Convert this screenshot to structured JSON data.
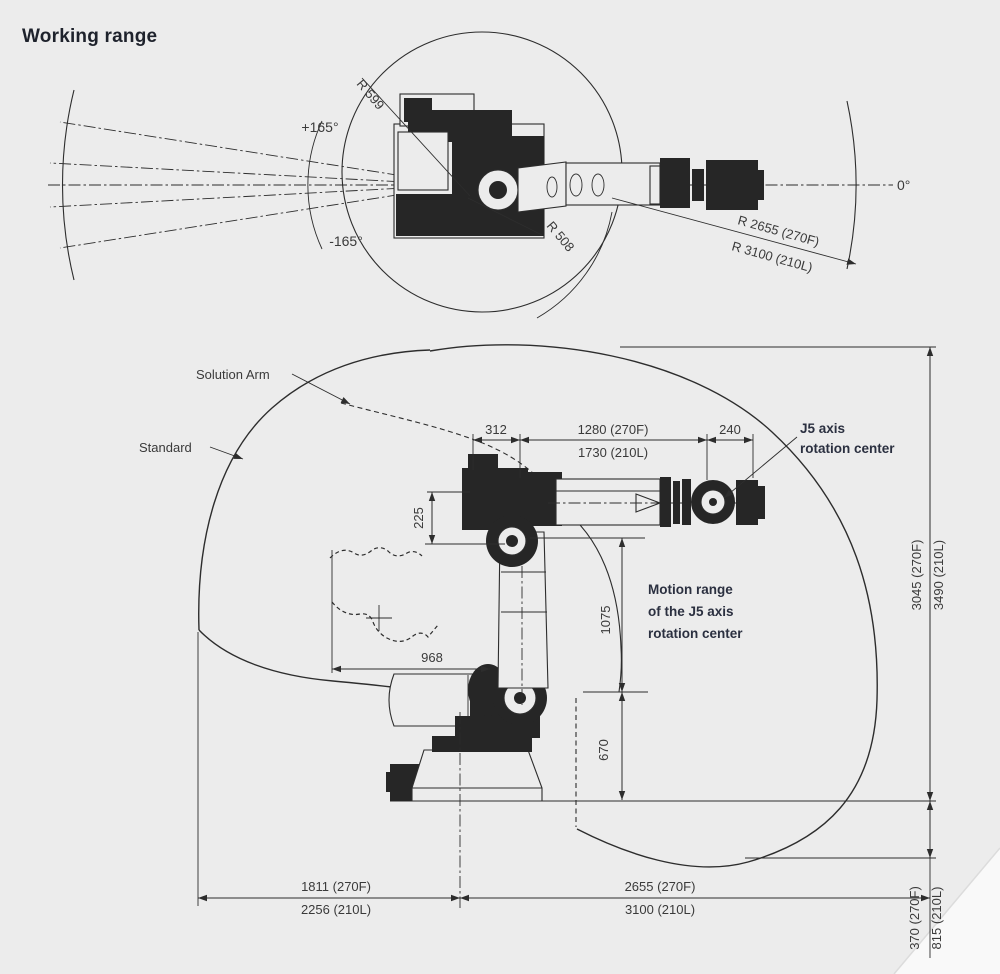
{
  "title": "Working range",
  "colors": {
    "background": "#ececec",
    "line": "#2d2d2d",
    "text": "#3a3a3a",
    "emphasis_text": "#2b3040",
    "title_text": "#1e222c"
  },
  "top_view": {
    "plus_angle": "+165°",
    "minus_angle": "-165°",
    "zero_angle": "0°",
    "radius_1": "R 599",
    "radius_2": "R 508",
    "radius_3": "R 2655 (270F)",
    "radius_4": "R 3100 (210L)"
  },
  "side_view": {
    "solution_arm_label": "Solution Arm",
    "standard_label": "Standard",
    "j5_label_line1": "J5 axis",
    "j5_label_line2": "rotation center",
    "motion_label_line1": "Motion range",
    "motion_label_line2": "of the J5 axis",
    "motion_label_line3": "rotation center",
    "dim_312": "312",
    "dim_1280": "1280 (270F)",
    "dim_1730": "1730 (210L)",
    "dim_240": "240",
    "dim_225": "225",
    "dim_1075": "1075",
    "dim_968": "968",
    "dim_670": "670",
    "dim_height_270f": "3045 (270F)",
    "dim_height_210l": "3490 (210L)",
    "dim_rear_270f": "1811 (270F)",
    "dim_rear_210l": "2256 (210L)",
    "dim_front_270f": "2655 (270F)",
    "dim_front_210l": "3100 (210L)",
    "dim_below_270f": "370 (270F)",
    "dim_below_210l": "815 (210L)"
  }
}
